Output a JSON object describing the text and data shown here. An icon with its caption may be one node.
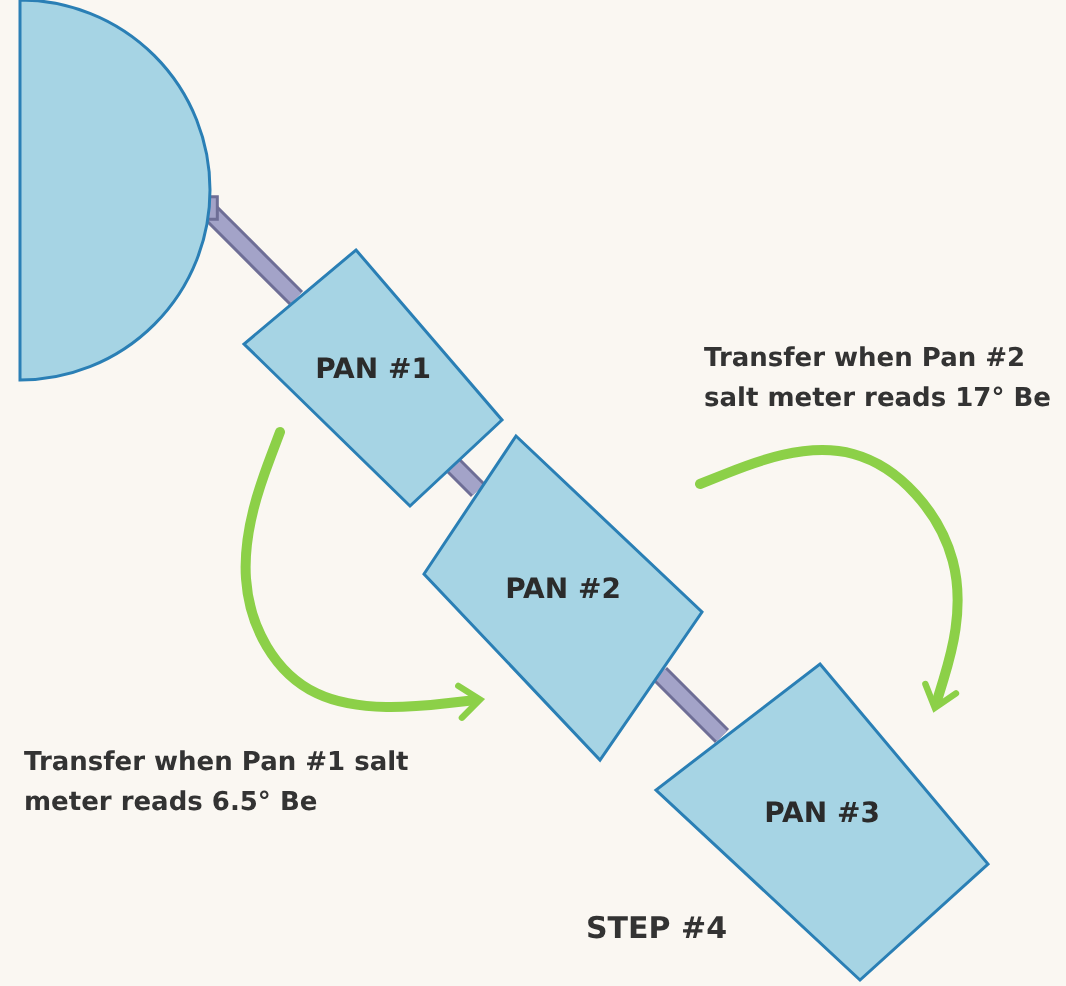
{
  "diagram": {
    "nodes": [
      {
        "text": [],
        "shape": "circle"
      },
      {
        "text": [
          "PAN #1"
        ]
      },
      {
        "text": [
          "PAN #2"
        ]
      },
      {
        "text": [
          "PAN #3"
        ]
      }
    ],
    "edges": [
      {
        "from": 0,
        "to": 1,
        "arrow": "other"
      },
      {
        "from": 1,
        "to": 2,
        "arrow": "none"
      },
      {
        "from": 2,
        "to": 3,
        "arrow": "none"
      },
      {
        "from": 1,
        "to": 2,
        "arrow": "to",
        "color": "#8cd048"
      },
      {
        "from": 2,
        "to": 3,
        "arrow": "to",
        "color": "#8cd048"
      }
    ],
    "labels": [
      "Transfer when Pan #2 salt meter reads 17° Be",
      "Transfer when Pan #1 salt meter reads 6.5° Be",
      "STEP #4"
    ]
  }
}
